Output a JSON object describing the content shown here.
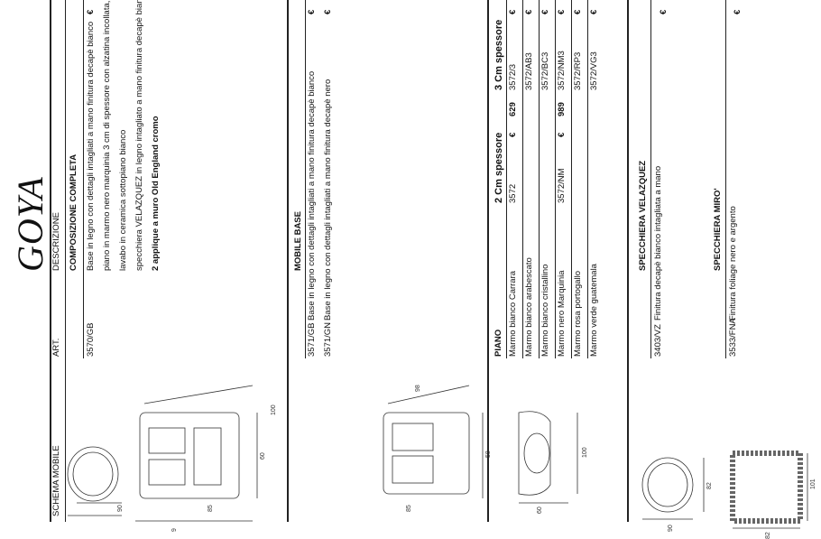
{
  "brand": "GOYA",
  "headers": {
    "schema": "SCHEMA MOBILE",
    "art": "ART.",
    "descr": "DESCRIZIONE"
  },
  "currency": "€",
  "composizione": {
    "title": "COMPOSIZIONE COMPLETA",
    "art": "3570/GB",
    "lines": [
      "Base in legno con dettagli intagliati a mano finitura decapè bianco",
      "piano in marmo nero marquinia 3 cm di spessore con alzatina incollata,",
      "lavabo in ceramica sottopiano bianco",
      "specchiera VELAZQUEZ in legno intagliato a mano finitura decapè bianco",
      "2 applique a muro Old England cromo"
    ]
  },
  "mobile_base": {
    "title": "MOBILE BASE",
    "rows": [
      {
        "art": "3571/GB",
        "desc": "Base in legno con dettagli intagliati a mano finitura decapè bianco"
      },
      {
        "art": "3571/GN",
        "desc": "Base in legno con dettagli intagliati a mano finitura decapè nero"
      }
    ]
  },
  "piano": {
    "title": "PIANO",
    "col2": "2 Cm spessore",
    "col3": "3 Cm spessore",
    "rows": [
      {
        "name": "Marmo bianco Carrara",
        "code2": "3572",
        "price2": "629",
        "code3": "3572/3"
      },
      {
        "name": "Marmo bianco arabescato",
        "code2": "",
        "price2": "",
        "code3": "3572/AB3"
      },
      {
        "name": "Marmo bianco cristallino",
        "code2": "",
        "price2": "",
        "code3": "3572/BC3"
      },
      {
        "name": "Marmo nero Marquinia",
        "code2": "3572/NM",
        "price2": "989",
        "code3": "3572/NM3"
      },
      {
        "name": "Marmo rosa portogallo",
        "code2": "",
        "price2": "",
        "code3": "3572/RP3"
      },
      {
        "name": "Marmo verde guatemala",
        "code2": "",
        "price2": "",
        "code3": "3572/VG3"
      }
    ]
  },
  "velazquez": {
    "title": "SPECCHIERA VELAZQUEZ",
    "art": "3403/VZ",
    "desc": "Finitura decapè bianco intagliata a mano"
  },
  "miro": {
    "title": "SPECCHIERA MIRO'",
    "art": "3533/FNA",
    "desc": "Finitura foliage nero e argento"
  },
  "dims": {
    "mirror1_h": "90",
    "cab1_gap": "9",
    "cab1_w": "85",
    "cab1_d": "60",
    "cab1_h": "100",
    "cab2_w": "85",
    "cab2_d": "58",
    "cab2_h": "98",
    "top_w": "60",
    "top_l": "100",
    "mirror2_h": "90",
    "mirror2_w": "82",
    "miro_w": "82",
    "miro_h": "101"
  }
}
